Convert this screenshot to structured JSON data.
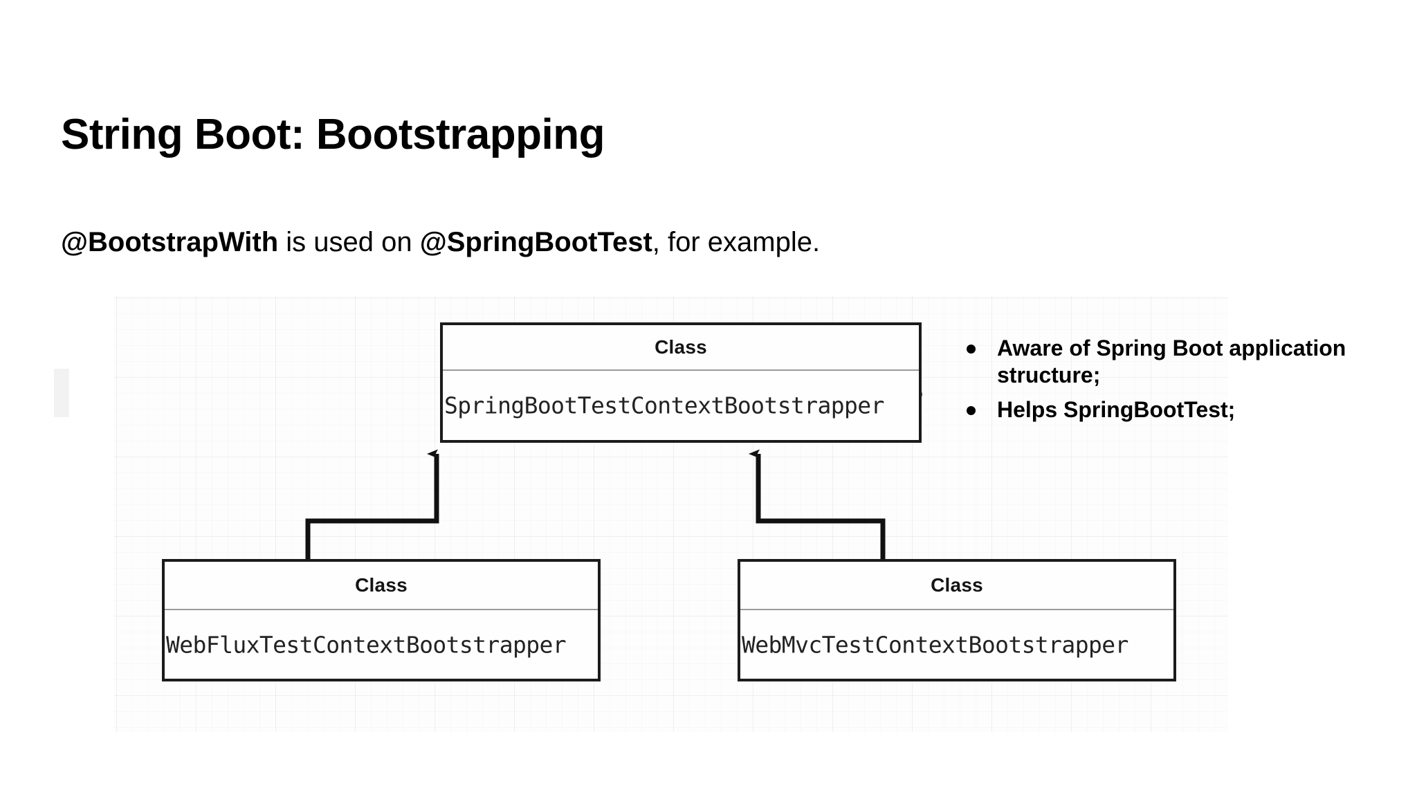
{
  "slide": {
    "title": "String Boot: Bootstrapping",
    "subtitle": {
      "part1_bold": "@BootstrapWith",
      "part2_plain": " is used on ",
      "part3_bold": "@SpringBootTest",
      "part4_plain": ", for example."
    }
  },
  "diagram": {
    "type": "uml-class-diagram",
    "stereotype_label": "Class",
    "classes": [
      {
        "id": "springboot",
        "stereotype": "Class",
        "name": "SpringBootTestContextBootstrapper",
        "role": "parent"
      },
      {
        "id": "webflux",
        "stereotype": "Class",
        "name": "WebFluxTestContextBootstrapper",
        "role": "child"
      },
      {
        "id": "webmvc",
        "stereotype": "Class",
        "name": "WebMvcTestContextBootstrapper",
        "role": "child"
      }
    ],
    "relationships": [
      {
        "from": "webflux",
        "to": "springboot",
        "kind": "generalization"
      },
      {
        "from": "webmvc",
        "to": "springboot",
        "kind": "generalization"
      }
    ],
    "colors": {
      "box_border": "#1b1b1b",
      "box_fill": "#fefefe",
      "divider": "#9a9a9a",
      "connector": "#111111",
      "callout_arrow": "#5b5b5b",
      "grid_line": "#f0f0f0"
    }
  },
  "callout": {
    "arrow_icon": "arrow-left-icon",
    "bullets": [
      "Aware of Spring Boot application structure;",
      "Helps SpringBootTest;"
    ]
  }
}
